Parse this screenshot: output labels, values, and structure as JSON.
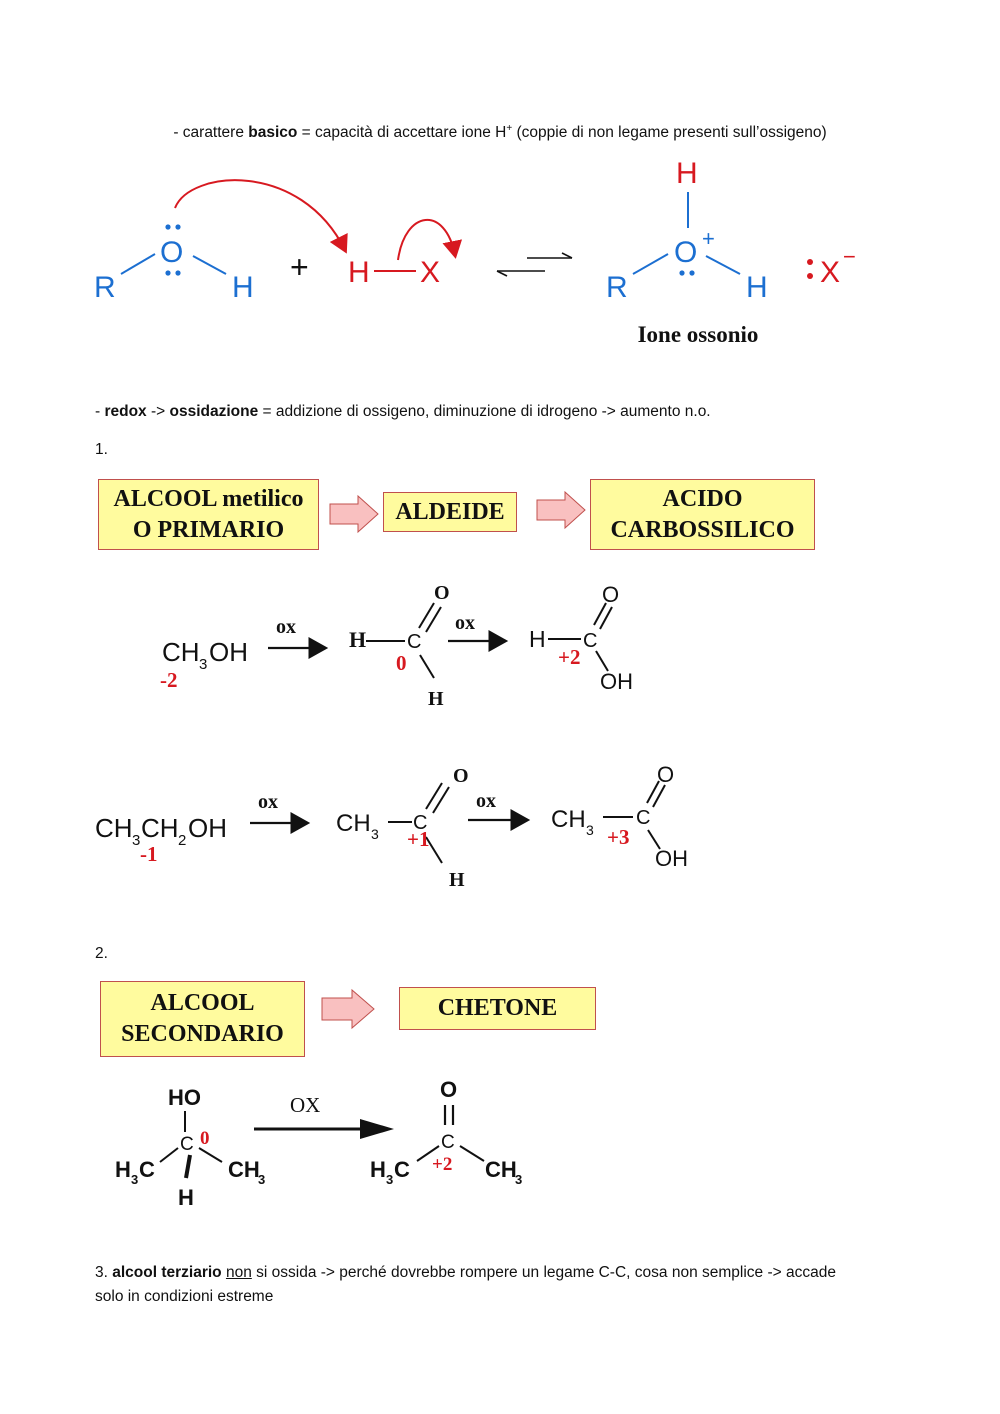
{
  "basic": {
    "prefix": "- carattere ",
    "bold": "basico",
    "text": " = capacità di accettare ione H",
    "sup": "+",
    "suffix": " (coppie di non legame presenti sull’ossigeno)"
  },
  "reaction1": {
    "R": "R",
    "O": "O",
    "H": "H",
    "plus": "+",
    "HX_H": "H",
    "HX_X": "X",
    "plus_charge": "+",
    "X_minus": "X",
    "minus": "−",
    "caption": "Ione ossonio"
  },
  "redox": {
    "prefix": "- ",
    "bold1": "redox",
    "mid": " -> ",
    "bold2": "ossidazione",
    "suffix": " = addizione di ossigeno, diminuzione di idrogeno -> aumento n.o."
  },
  "item1": {
    "label": "1."
  },
  "flow1": {
    "box1_line1": "ALCOOL metilico",
    "box1_line2": "O PRIMARIO",
    "box2": "ALDEIDE",
    "box3_line1": "ACIDO",
    "box3_line2": "CARBOSSILICO"
  },
  "methanol": {
    "reactant": "CH",
    "sub3": "3",
    "oh": "OH",
    "ox_label": "ox",
    "ox_state1": "-2",
    "ox_state2": "0",
    "ox_state3": "+2",
    "O": "O",
    "H": "H",
    "C": "C",
    "OH": "OH"
  },
  "ethanol": {
    "ch": "CH",
    "sub3": "3",
    "sub2": "2",
    "oh": "OH",
    "ox_label": "ox",
    "ox_state1": "-1",
    "ox_state2": "+1",
    "ox_state3": "+3",
    "O": "O",
    "H": "H",
    "C": "C",
    "OH": "OH"
  },
  "item2": {
    "label": "2."
  },
  "flow2": {
    "box1_line1": "ALCOOL",
    "box1_line2": "SECONDARIO",
    "box2": "CHETONE"
  },
  "isopropanol": {
    "HO": "HO",
    "C": "C",
    "H": "H",
    "H3C": "H",
    "sub3": "3",
    "CH3": "CH",
    "ox_label": "OX",
    "ox_state1": "0",
    "ox_state2": "+2",
    "O": "O"
  },
  "tertiary": {
    "prefix": "3. ",
    "bold": "alcool terziario",
    "space": " ",
    "underlined": "non",
    "suffix": " si ossida -> perché dovrebbe rompere un legame C-C, cosa non semplice -> accade",
    "line2": "solo in condizioni estreme"
  },
  "colors": {
    "accent_red": "#d71920",
    "accent_blue": "#1c6fd1",
    "box_fill": "#fffb9e",
    "box_border": "#c0504d",
    "arrow_fill": "#f9c0c0"
  }
}
